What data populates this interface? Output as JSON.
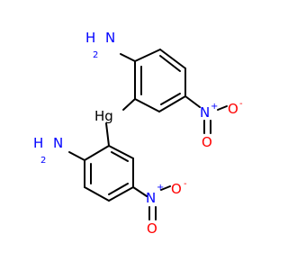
{
  "molecule": {
    "atoms": {
      "mercury": "Hg",
      "amine_top": {
        "h": "H",
        "count": "2",
        "n": "N"
      },
      "amine_bottom": {
        "h": "H",
        "count": "2",
        "n": "N"
      },
      "nitro_top": {
        "n": "N",
        "plus": "+",
        "o_single": "O",
        "minus": "-",
        "o_double": "O"
      },
      "nitro_bottom": {
        "n": "N",
        "plus": "+",
        "o_single": "O",
        "minus": "-",
        "o_double": "O"
      }
    },
    "colors": {
      "carbon_bond": "#000000",
      "nitrogen": "#0000ff",
      "oxygen": "#ff0000",
      "mercury": "#000000"
    }
  }
}
